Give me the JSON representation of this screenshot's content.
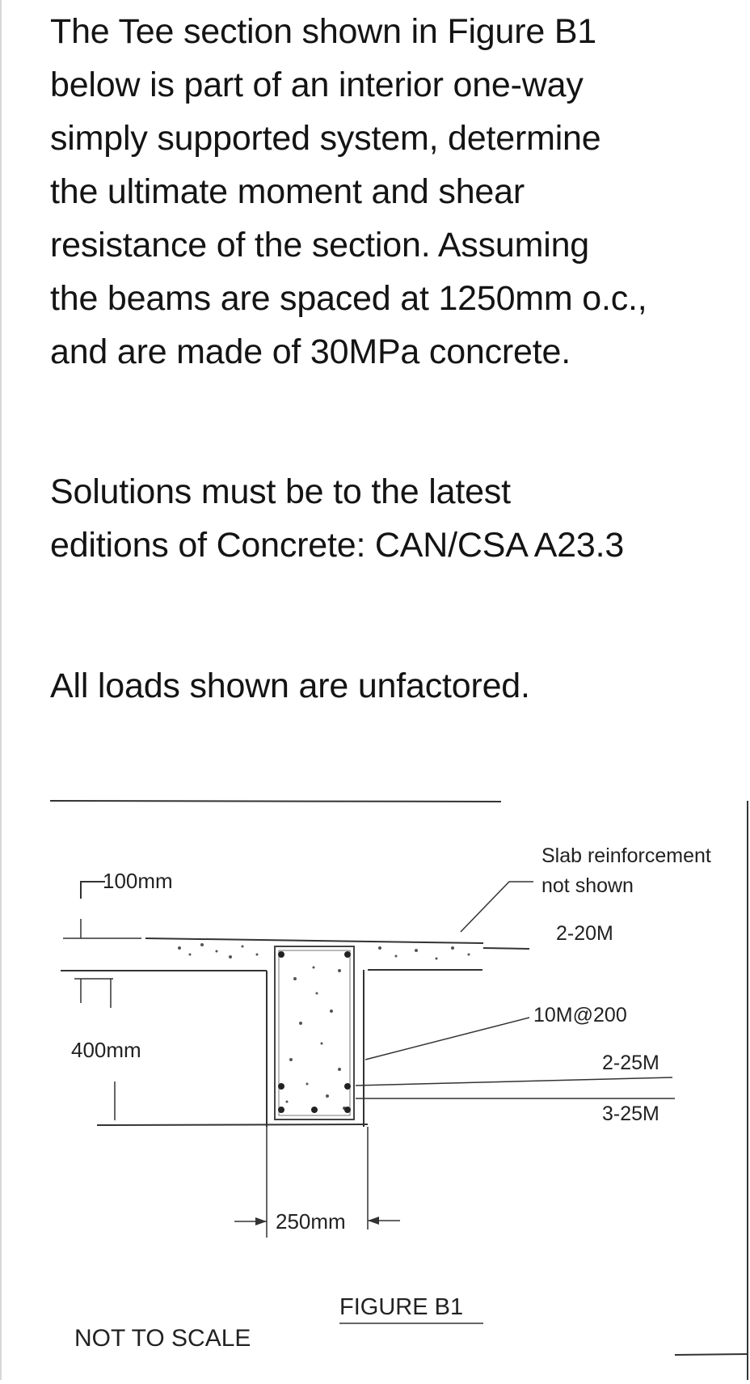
{
  "question": {
    "paragraph_1": "The Tee section shown in Figure B1\nbelow is part of an interior one-way\nsimply supported system, determine\nthe ultimate moment and shear\nresistance of the section. Assuming\nthe beams are spaced at 1250mm o.c.,\nand are made of 30MPa concrete.",
    "paragraph_2": "Solutions must be to the latest\neditions of Concrete: CAN/CSA A23.3",
    "paragraph_3": "All loads shown are unfactored."
  },
  "figure": {
    "dim_slab": "100mm",
    "dim_web_depth": "400mm",
    "dim_web_width": "250mm",
    "note_slab_line1": "Slab reinforcement",
    "note_slab_line2": "not shown",
    "label_top_bars": "2-20M",
    "label_stirrups": "10M@200",
    "label_bottom_bars_upper": "2-25M",
    "label_bottom_bars_lower": "3-25M",
    "caption": "FIGURE  B1",
    "scale_note": "NOT TO SCALE"
  }
}
